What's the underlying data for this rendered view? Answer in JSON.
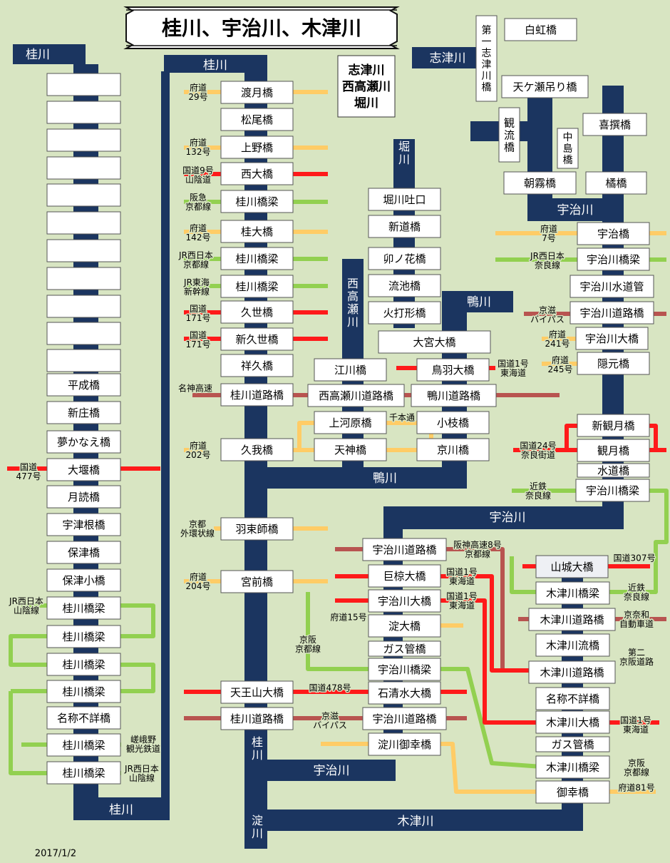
{
  "title": "桂川、宇治川、木津川",
  "date": "2017/1/2",
  "colors": {
    "background": "#d8e5c2",
    "river": "#1b3560",
    "prefectural_road": "#ffcc66",
    "national_road": "#ff1a1a",
    "railway": "#92d050",
    "expressway": "#b85450"
  },
  "rivers": {
    "katsura_top": "桂川",
    "katsura_main": "桂川",
    "katsura_bottom": "桂川",
    "katsura_vert": "桂川",
    "shizu": "志津川",
    "horikawa": "堀川",
    "nishitakase": "西高瀬川",
    "kamogawa_top": "鴨川",
    "kamogawa_label": "鴨川",
    "uji_top": "宇治川",
    "uji_mid": "宇治川",
    "uji_bottom": "宇治川",
    "kizu": "木津川",
    "yodo": "淀川",
    "tributaries_box": "志津川\n西高瀬川\n堀川"
  },
  "bridges": {
    "c1_blank_1": "",
    "c1_blank_2": "",
    "c1_blank_3": "",
    "c1_blank_4": "",
    "c1_blank_5": "",
    "c1_blank_6": "",
    "c1_blank_7": "",
    "c1_blank_8": "",
    "c1_blank_9": "",
    "c1_blank_10": "",
    "heisei": "平成橋",
    "shinjo": "新庄橋",
    "yumekanae": "夢かなえ橋",
    "oozeki": "大堰橋",
    "tsukuyomi": "月読橋",
    "utsune": "宇津根橋",
    "hozu": "保津橋",
    "hozuko": "保津小橋",
    "c1_rail_1": "桂川橋梁",
    "c1_rail_2": "桂川橋梁",
    "c1_rail_3": "桂川橋梁",
    "c1_rail_4": "桂川橋梁",
    "c1_unknown": "名称不詳橋",
    "c1_rail_5": "桂川橋梁",
    "c1_rail_6": "桂川橋梁",
    "togetsu": "渡月橋",
    "matsuo": "松尾橋",
    "ueno": "上野橋",
    "nishioo": "西大橋",
    "c2_rail_1": "桂川橋梁",
    "katsura_oo": "桂大橋",
    "c2_rail_2": "桂川橋梁",
    "c2_rail_3": "桂川橋梁",
    "kuze": "久世橋",
    "shinkuze": "新久世橋",
    "shokyu": "祥久橋",
    "katsura_doro": "桂川道路橋",
    "koga": "久我橋",
    "hatsukashi": "羽束師橋",
    "miyamae": "宮前橋",
    "tennozan": "天王山大橋",
    "c2_doro_2": "桂川道路橋",
    "horikawa_toguchi": "堀川吐口",
    "shindo": "新道橋",
    "unohana": "卯ノ花橋",
    "ryuchi": "流池橋",
    "hiuchigata": "火打形橋",
    "omiya_oo": "大宮大橋",
    "egawa": "江川橋",
    "toba_oo": "鳥羽大橋",
    "nishitakase_doro": "西高瀬川道路橋",
    "kamo_doro": "鴨川道路橋",
    "kamikawara": "上河原橋",
    "koeda": "小枝橋",
    "tenjin": "天神橋",
    "kyokawa": "京川橋",
    "uji_doro_c3_1": "宇治川道路橋",
    "ogura_oo": "巨椋大橋",
    "uji_oo_c3": "宇治川大橋",
    "yodo_oo": "淀大橋",
    "gas_c3": "ガス管橋",
    "uji_rail_c3": "宇治川橋梁",
    "iwashimizu": "石清水大橋",
    "uji_doro_c3_2": "宇治川道路橋",
    "yodogawa_miyuki": "淀川御幸橋",
    "hakko": "白虹橋",
    "amagase": "天ケ瀬吊り橋",
    "kisen": "喜撰橋",
    "daiichi_shizu": "第一志津川橋",
    "kanryu": "観流橋",
    "nakajima": "中島橋",
    "asagiri": "朝霧橋",
    "tachibana": "橘橋",
    "uji": "宇治橋",
    "uji_rail_1": "宇治川橋梁",
    "uji_suido": "宇治川水道管",
    "uji_doro_r": "宇治川道路橋",
    "uji_oo_r": "宇治川大橋",
    "ingen": "隠元橋",
    "shinkangetsu": "新観月橋",
    "kangetsu": "観月橋",
    "suido": "水道橋",
    "uji_rail_2": "宇治川橋梁",
    "yamashiro_oo": "山城大橋",
    "kizu_rail_1": "木津川橋梁",
    "kizu_doro_1": "木津川道路橋",
    "kizu_ryu": "木津川流橋",
    "kizu_doro_2": "木津川道路橋",
    "kizu_unknown": "名称不詳橋",
    "kizu_oo": "木津川大橋",
    "kizu_gas": "ガス管橋",
    "kizu_rail_2": "木津川橋梁",
    "gokou": "御幸橋"
  },
  "labels": {
    "l_477": "国道\n477号",
    "l_jr_sanin_1": "JR西日本\n山陰線",
    "l_sagano": "嵯峨野\n観光鉄道",
    "l_jr_sanin_2": "JR西日本\n山陰線",
    "l_29": "府道\n29号",
    "l_132": "府道\n132号",
    "l_r9": "国道9号\n山陰道",
    "l_hankyu": "阪急\n京都線",
    "l_142": "府道\n142号",
    "l_jr_kyoto": "JR西日本\n京都線",
    "l_shinkansen": "JR東海\n新幹線",
    "l_171a": "国道\n171号",
    "l_171b": "国道\n171号",
    "l_meishin": "名神高速",
    "l_202": "府道\n202号",
    "l_gaikan": "京都\n外環状線",
    "l_204": "府道\n204号",
    "l_478": "国道478号",
    "l_keiji_1": "京滋\nバイパス",
    "l_senbon": "千本通",
    "l_r1_toba": "国道1号\n東海道",
    "l_hanshin8": "阪神高速8号\n京都線",
    "l_r1_ogura": "国道1号\n東海道",
    "l_r1_uji": "国道1号\n東海道",
    "l_15": "府道15号",
    "l_keihan_kyoto": "京阪\n京都線",
    "l_7": "府道\n7号",
    "l_jr_nara": "JR西日本\n奈良線",
    "l_keiji_2": "京滋\nバイパス",
    "l_241": "府道\n241号",
    "l_245": "府道\n245号",
    "l_r24": "国道24号\n奈良街道",
    "l_kintetsu": "近鉄\n奈良線",
    "l_307": "国道307号",
    "l_kintetsu_2": "近鉄\n奈良線",
    "l_keinawa": "京奈和\n自動車道",
    "l_daini": "第二\n京阪道路",
    "l_r1_kizu": "国道1号\n東海道",
    "l_keihan_2": "京阪\n京都線",
    "l_81": "府道81号"
  }
}
